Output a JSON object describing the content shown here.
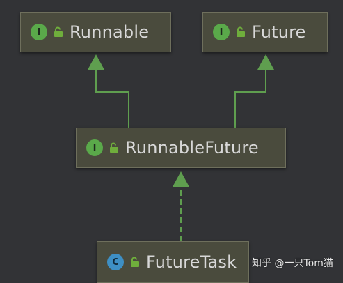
{
  "nodes": {
    "runnable": {
      "kind": "I",
      "name": "Runnable"
    },
    "future": {
      "kind": "I",
      "name": "Future"
    },
    "runnable_future": {
      "kind": "I",
      "name": "RunnableFuture"
    },
    "future_task": {
      "kind": "C",
      "name": "FutureTask"
    }
  },
  "edges": [
    {
      "from": "RunnableFuture",
      "to": "Runnable",
      "type": "extends"
    },
    {
      "from": "RunnableFuture",
      "to": "Future",
      "type": "extends"
    },
    {
      "from": "FutureTask",
      "to": "RunnableFuture",
      "type": "implements"
    }
  ],
  "watermark": "知乎 @一只Tom猫",
  "colors": {
    "background": "#323336",
    "node_fill": "#4a4b3d",
    "edge": "#5f9e4f",
    "interface_badge": "#5aa94a",
    "class_badge": "#3e8fc4",
    "lock": "#6fae3c"
  }
}
